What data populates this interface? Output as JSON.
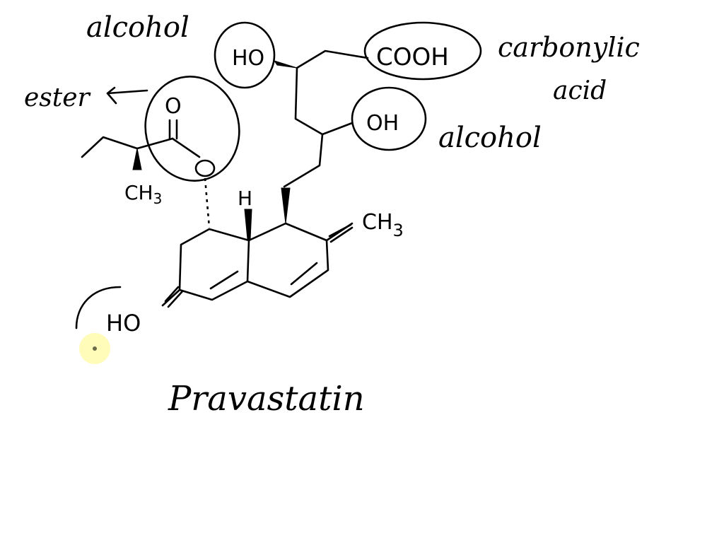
{
  "canvas": {
    "background": "#ffffff",
    "ink_color": "#000000",
    "cursor_highlight_color": "#fffbb0"
  },
  "molecule": {
    "name": "Pravastatin"
  },
  "annotations": {
    "alcohol_top": "alcohol",
    "ester": "ester",
    "ester_arrow": "←",
    "carboxylic_line1": "carbonylic",
    "carboxylic_line2": "acid",
    "alcohol_right": "alcohol"
  },
  "groups": {
    "ho_top": "HO",
    "cooh": "COOH",
    "oh": "OH",
    "ho_bottom": "HO",
    "ester_carbonyl_o": "O",
    "ester_o": "O",
    "ch3_side": "CH",
    "ch3_side_sub": "3",
    "ch3_ring": "CH",
    "ch3_ring_sub": "3",
    "h_bridge": "H"
  }
}
